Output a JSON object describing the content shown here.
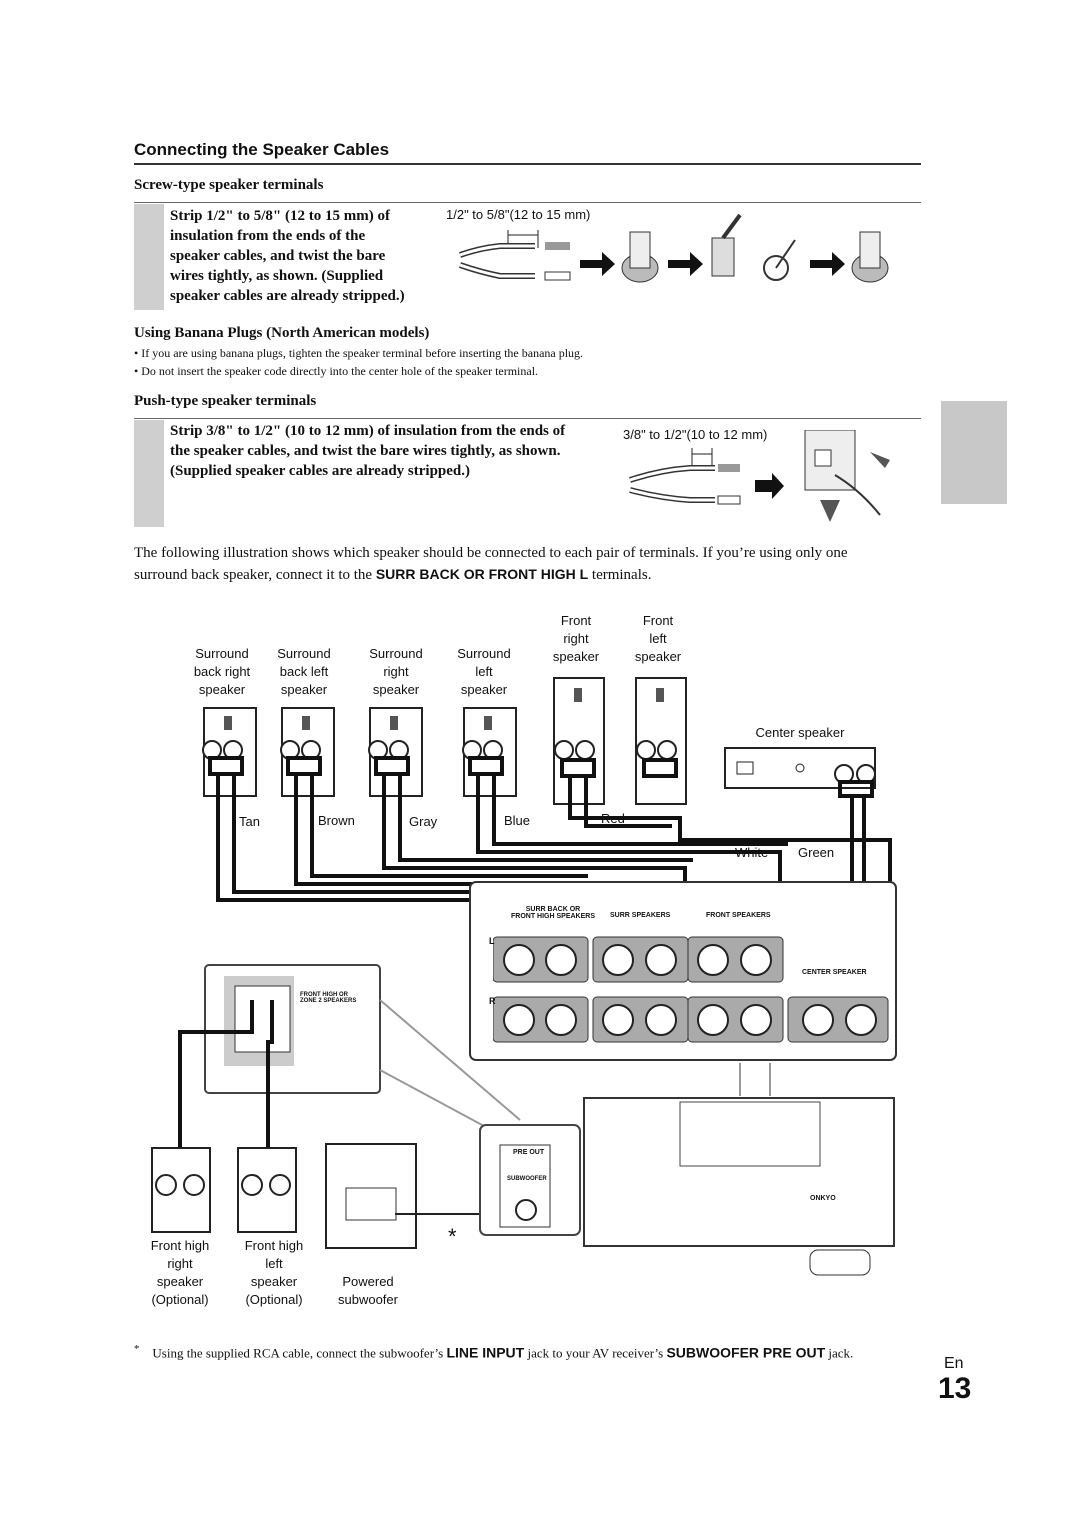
{
  "section_title": "Connecting the Speaker Cables",
  "screw": {
    "heading": "Screw-type speaker terminals",
    "step_lines": [
      "Strip 1/2\" to 5/8\" (12 to 15 mm) of",
      "insulation from the ends of the",
      "speaker cables, and twist the bare",
      "wires tightly, as shown. (Supplied",
      "speaker cables are already stripped.)"
    ],
    "dimension": "1/2\" to 5/8\"(12 to 15 mm)"
  },
  "banana": {
    "heading": "Using Banana Plugs (North American models)",
    "bullets": [
      "If you are using banana plugs, tighten the speaker terminal before inserting the banana plug.",
      "Do not insert the speaker code directly into the center hole of the speaker terminal."
    ]
  },
  "push": {
    "heading": "Push-type speaker terminals",
    "step_lines": [
      "Strip 3/8\" to 1/2\" (10 to 12 mm) of insulation from the ends of",
      "the speaker cables, and twist the bare wires tightly, as shown.",
      "(Supplied speaker cables are already stripped.)"
    ],
    "dimension": "3/8\" to 1/2\"(10 to 12 mm)"
  },
  "intro": {
    "line1": "The following illustration shows which speaker should be connected to each pair of terminals. If you’re using only one",
    "line2_pre": "surround back speaker, connect it to the ",
    "line2_bold": "SURR BACK OR FRONT HIGH L",
    "line2_post": " terminals."
  },
  "speakers": {
    "surround_back_right": [
      "Surround",
      "back right",
      "speaker"
    ],
    "surround_back_left": [
      "Surround",
      "back left",
      "speaker"
    ],
    "surround_right": [
      "Surround",
      "right",
      "speaker"
    ],
    "surround_left": [
      "Surround",
      "left",
      "speaker"
    ],
    "front_right": [
      "Front",
      "right",
      "speaker"
    ],
    "front_left": [
      "Front",
      "left",
      "speaker"
    ],
    "center": "Center speaker",
    "front_high_right": [
      "Front high",
      "right",
      "speaker",
      "(Optional)"
    ],
    "front_high_left": [
      "Front high",
      "left",
      "speaker",
      "(Optional)"
    ],
    "subwoofer": [
      "Powered",
      "subwoofer"
    ]
  },
  "cables": {
    "tan": "Tan",
    "brown": "Brown",
    "gray": "Gray",
    "blue": "Blue",
    "red": "Red",
    "white": "White",
    "green": "Green"
  },
  "panel": {
    "surr_back": [
      "SURR BACK OR",
      "FRONT HIGH SPEAKERS"
    ],
    "surr": "SURR SPEAKERS",
    "front": "FRONT SPEAKERS",
    "center": "CENTER SPEAKER",
    "zone2": [
      "FRONT HIGH OR",
      "ZONE 2 SPEAKERS"
    ],
    "pre_out": "PRE OUT",
    "subwoofer": "SUBWOOFER",
    "brand": "ONKYO",
    "L": "L",
    "R": "R",
    "plus": "+",
    "minus": "–"
  },
  "asterisk": "*",
  "footnote": {
    "pre": "Using the supplied RCA cable, connect the subwoofer’s ",
    "b1": "LINE INPUT",
    "mid": " jack to your AV receiver’s ",
    "b2": "SUBWOOFER PRE OUT",
    "post": " jack."
  },
  "page": {
    "lang": "En",
    "number": "13"
  }
}
